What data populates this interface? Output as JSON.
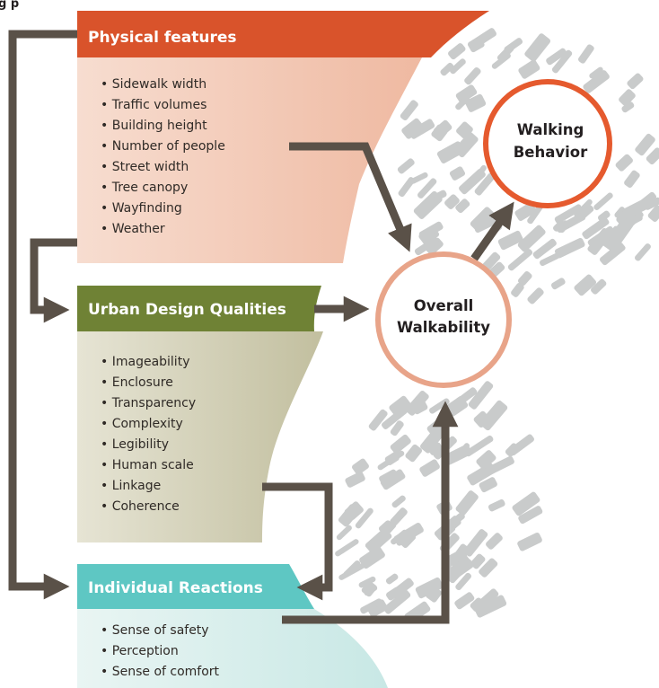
{
  "figure_caption_fragment": "g   p",
  "sections": {
    "physical": {
      "title": "Physical features",
      "items": [
        "Sidewalk width",
        "Traffic volumes",
        "Building height",
        "Number of people",
        "Street width",
        "Tree canopy",
        "Wayfinding",
        "Weather"
      ]
    },
    "urban": {
      "title": "Urban Design Qualities",
      "items": [
        "Imageability",
        "Enclosure",
        "Transparency",
        "Complexity",
        "Legibility",
        "Human scale",
        "Linkage",
        "Coherence"
      ]
    },
    "individual": {
      "title": "Individual Reactions",
      "items": [
        "Sense of safety",
        "Perception",
        "Sense of comfort"
      ]
    }
  },
  "nodes": {
    "walkability": {
      "line1": "Overall",
      "line2": "Walkability"
    },
    "walking": {
      "line1": "Walking",
      "line2": "Behavior"
    }
  },
  "colors": {
    "physical_header": "#d9532b",
    "physical_body": "#efc2ae",
    "urban_header": "#6f8235",
    "urban_body": "#c9c7af",
    "individual_header": "#5ec7c3",
    "individual_body": "#d7eeec",
    "arrow": "#5a5148",
    "walking_ring": "#e55a2e",
    "walkability_ring": "#e8a489",
    "shoe_tread": "#c9cbcb"
  },
  "icons": {
    "background": "shoe-print-icon",
    "bullet": "bullet-dot"
  }
}
